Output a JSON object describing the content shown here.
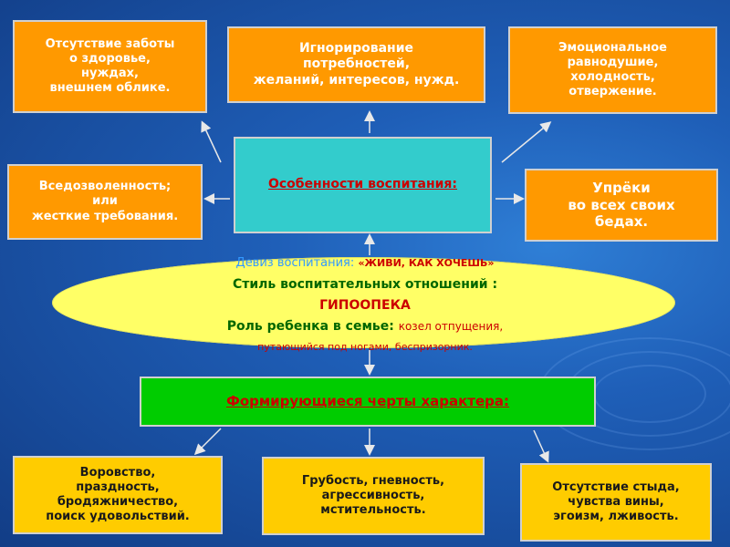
{
  "top_boxes": {
    "left": [
      "Отсутствие заботы",
      "о здоровье,",
      "нуждах,",
      "внешнем облике."
    ],
    "middle": [
      "Игнорирование",
      "потребностей,",
      "желаний, интересов, нужд."
    ],
    "right": [
      "Эмоциональное",
      "равнодушие,",
      "холодность,",
      "отвержение."
    ]
  },
  "side_boxes": {
    "left": [
      "Вседозволенность;",
      "или",
      "жесткие требования."
    ],
    "right": [
      "Упрёки",
      "во всех своих",
      "бедах."
    ]
  },
  "center_title": "Особенности воспитания:",
  "ellipse": {
    "motto_label": "Девиз воспитания:",
    "motto_value": "«ЖИВИ, КАК ХОЧЕШЬ»",
    "style_label": "Стиль воспитательных отношений :",
    "style_value": "ГИПООПЕКА",
    "role_label": "Роль ребенка в семье:",
    "role_value_1": "козел отпущения,",
    "role_value_2": "путающийся под ногами, беспризорник."
  },
  "forming_title": "Формирующиеся черты характера:",
  "bottom_boxes": {
    "left": [
      "Воровство,",
      "праздность,",
      "бродяжничество,",
      "поиск удовольствий."
    ],
    "middle": [
      "Грубость, гневность,",
      "агрессивность,",
      "мстительность."
    ],
    "right": [
      "Отсутствие стыда,",
      "чувства вины,",
      "эгоизм, лживость."
    ]
  },
  "colors": {
    "orange": "#ff9900",
    "yellow": "#ffcc00",
    "cyan": "#33cccc",
    "green": "#00cc00",
    "ellipse": "#ffff66",
    "title_red": "#cc0000"
  }
}
